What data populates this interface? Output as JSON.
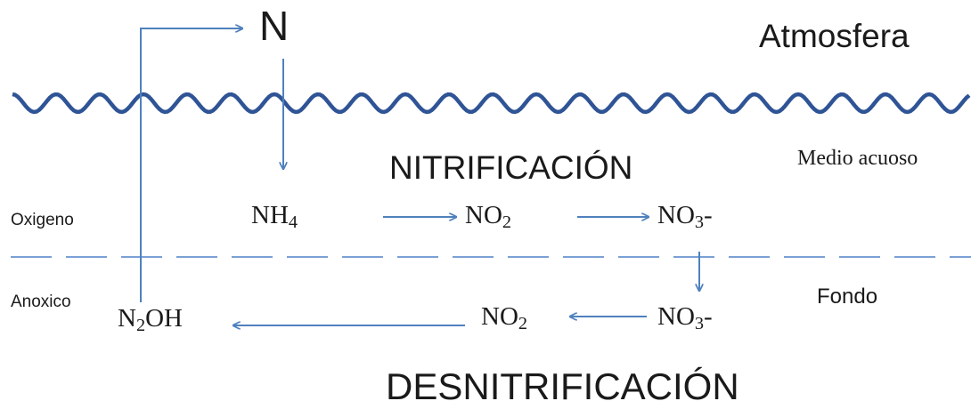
{
  "labels": {
    "n": "N",
    "atmosfera": "Atmosfera",
    "medio_acuoso": "Medio acuoso",
    "nitrificacion": "NITRIFICACIÓN",
    "oxigeno": "Oxigeno",
    "anoxico": "Anoxico",
    "fondo": "Fondo",
    "desnitrificacion": "DESNITRIFICACIÓN"
  },
  "species": {
    "nh4": {
      "base": "NH",
      "sub": "4",
      "suffix": ""
    },
    "no2_top": {
      "base": "NO",
      "sub": "2",
      "suffix": ""
    },
    "no3_top": {
      "base": "NO",
      "sub": "3",
      "suffix": "-"
    },
    "no3_bottom": {
      "base": "NO",
      "sub": "3",
      "suffix": "-"
    },
    "no2_bottom": {
      "base": "NO",
      "sub": "2",
      "suffix": ""
    },
    "n2oh": {
      "base": "N",
      "sub": "2",
      "suffix": "OH"
    }
  },
  "colors": {
    "wave": "#2f5496",
    "arrow": "#4f81bd",
    "dash": "#7ba0d4",
    "text": "#1a1a1a"
  }
}
